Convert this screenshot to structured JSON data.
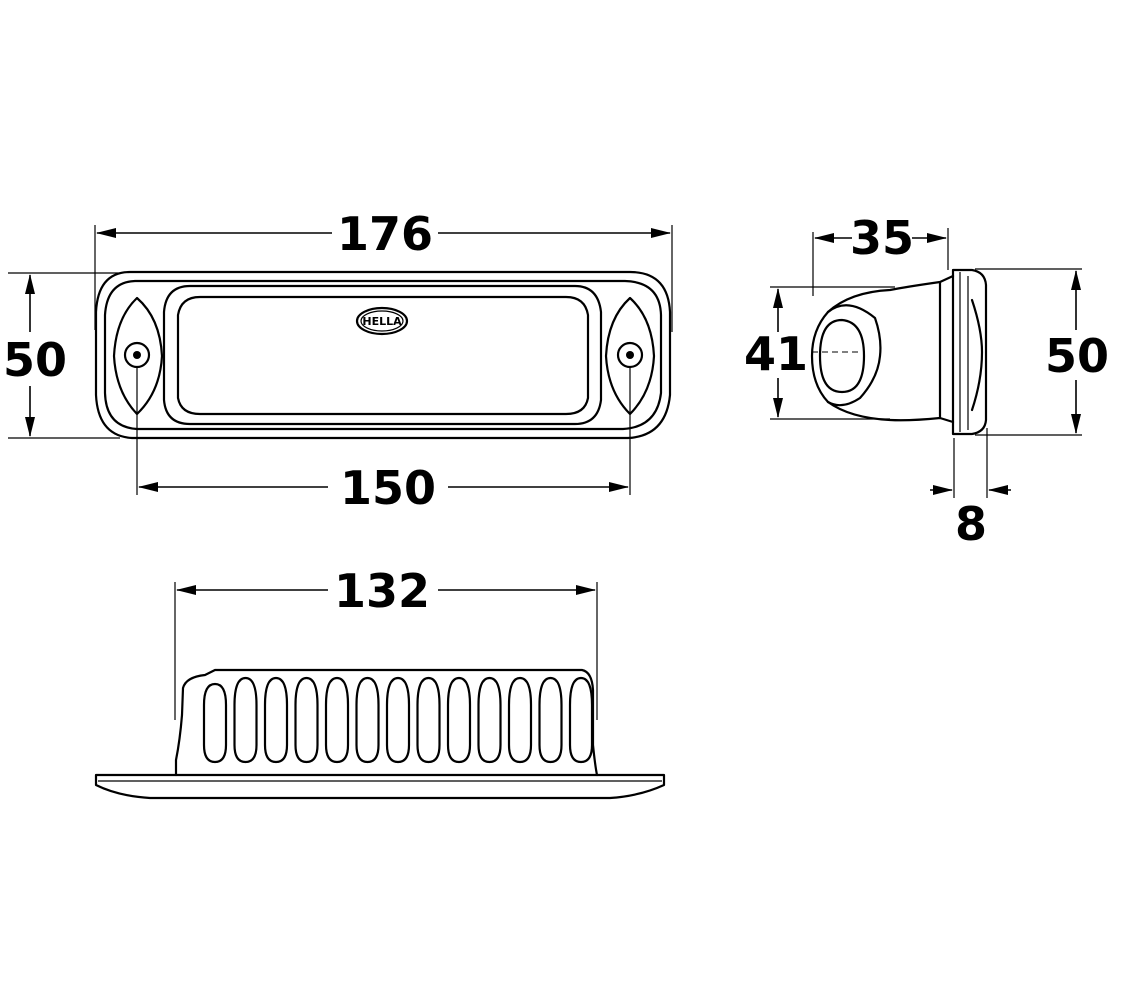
{
  "dimensions": {
    "front_width": "176",
    "front_height": "50",
    "hole_spacing": "150",
    "side_depth": "35",
    "side_body_height": "41",
    "side_height": "50",
    "flange_thickness": "8",
    "bottom_width": "132"
  },
  "logo": {
    "text": "HELLA"
  },
  "colors": {
    "line": "#000000",
    "background": "#ffffff"
  }
}
